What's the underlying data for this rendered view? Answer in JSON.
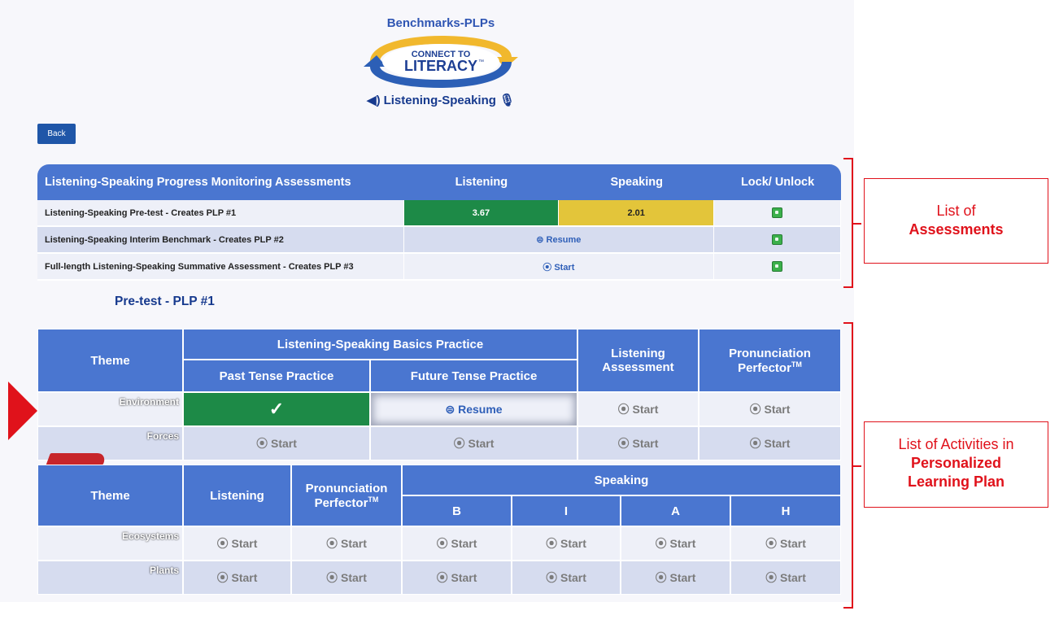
{
  "header": {
    "app_title": "Benchmarks-PLPs",
    "logo_line1": "CONNECT TO",
    "logo_line2": "LITERACY",
    "logo_tm": "™",
    "subtitle": "Listening-Speaking",
    "back_label": "Back"
  },
  "assessments": {
    "headers": [
      "Listening-Speaking Progress Monitoring Assessments",
      "Listening",
      "Speaking",
      "Lock/ Unlock"
    ],
    "rows": [
      {
        "name": "Listening-Speaking Pre-test - Creates PLP #1",
        "listening": "3.67",
        "speaking": "2.01"
      },
      {
        "name": "Listening-Speaking Interim Benchmark - Creates PLP #2",
        "action": "Resume"
      },
      {
        "name": "Full-length Listening-Speaking Summative Assessment - Creates PLP #3",
        "action": "Start"
      }
    ]
  },
  "plp_title": "Pre-test - PLP #1",
  "table1": {
    "theme_header": "Theme",
    "group_header": "Listening-Speaking Basics Practice",
    "past": "Past Tense Practice",
    "future": "Future Tense Practice",
    "listening": "Listening Assessment",
    "pronunciation": "Pronunciation Perfector",
    "tm": "TM",
    "rows": [
      {
        "theme": "Environment",
        "past": "✓",
        "future": "Resume",
        "listening": "Start",
        "pron": "Start"
      },
      {
        "theme": "Forces",
        "past": "Start",
        "future": "Start",
        "listening": "Start",
        "pron": "Start"
      }
    ]
  },
  "table2": {
    "theme_header": "Theme",
    "listening": "Listening",
    "pronunciation": "Pronunciation Perfector",
    "tm": "TM",
    "speaking": "Speaking",
    "levels": [
      "B",
      "I",
      "A",
      "H"
    ],
    "rows": [
      {
        "theme": "Ecosystems",
        "cells": [
          "Start",
          "Start",
          "Start",
          "Start",
          "Start",
          "Start"
        ]
      },
      {
        "theme": "Plants",
        "cells": [
          "Start",
          "Start",
          "Start",
          "Start",
          "Start",
          "Start"
        ]
      }
    ]
  },
  "callouts": {
    "assess_line1": "List of",
    "assess_line2": "Assessments",
    "plp_line1": "List of Activities in",
    "plp_line2": "Personalized",
    "plp_line3": "Learning Plan"
  },
  "icons": {
    "play": "⦿",
    "pause": "⊜"
  },
  "colors": {
    "accent": "#4a76d0",
    "done": "#1d8a47",
    "warn": "#e3c53a",
    "callout": "#e0121b"
  }
}
